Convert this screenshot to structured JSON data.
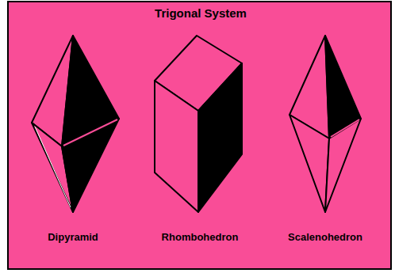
{
  "diagram": {
    "title": "Trigonal System",
    "labels": [
      "Dipyramid",
      "Rhombohedron",
      "Scalenohedron"
    ]
  }
}
